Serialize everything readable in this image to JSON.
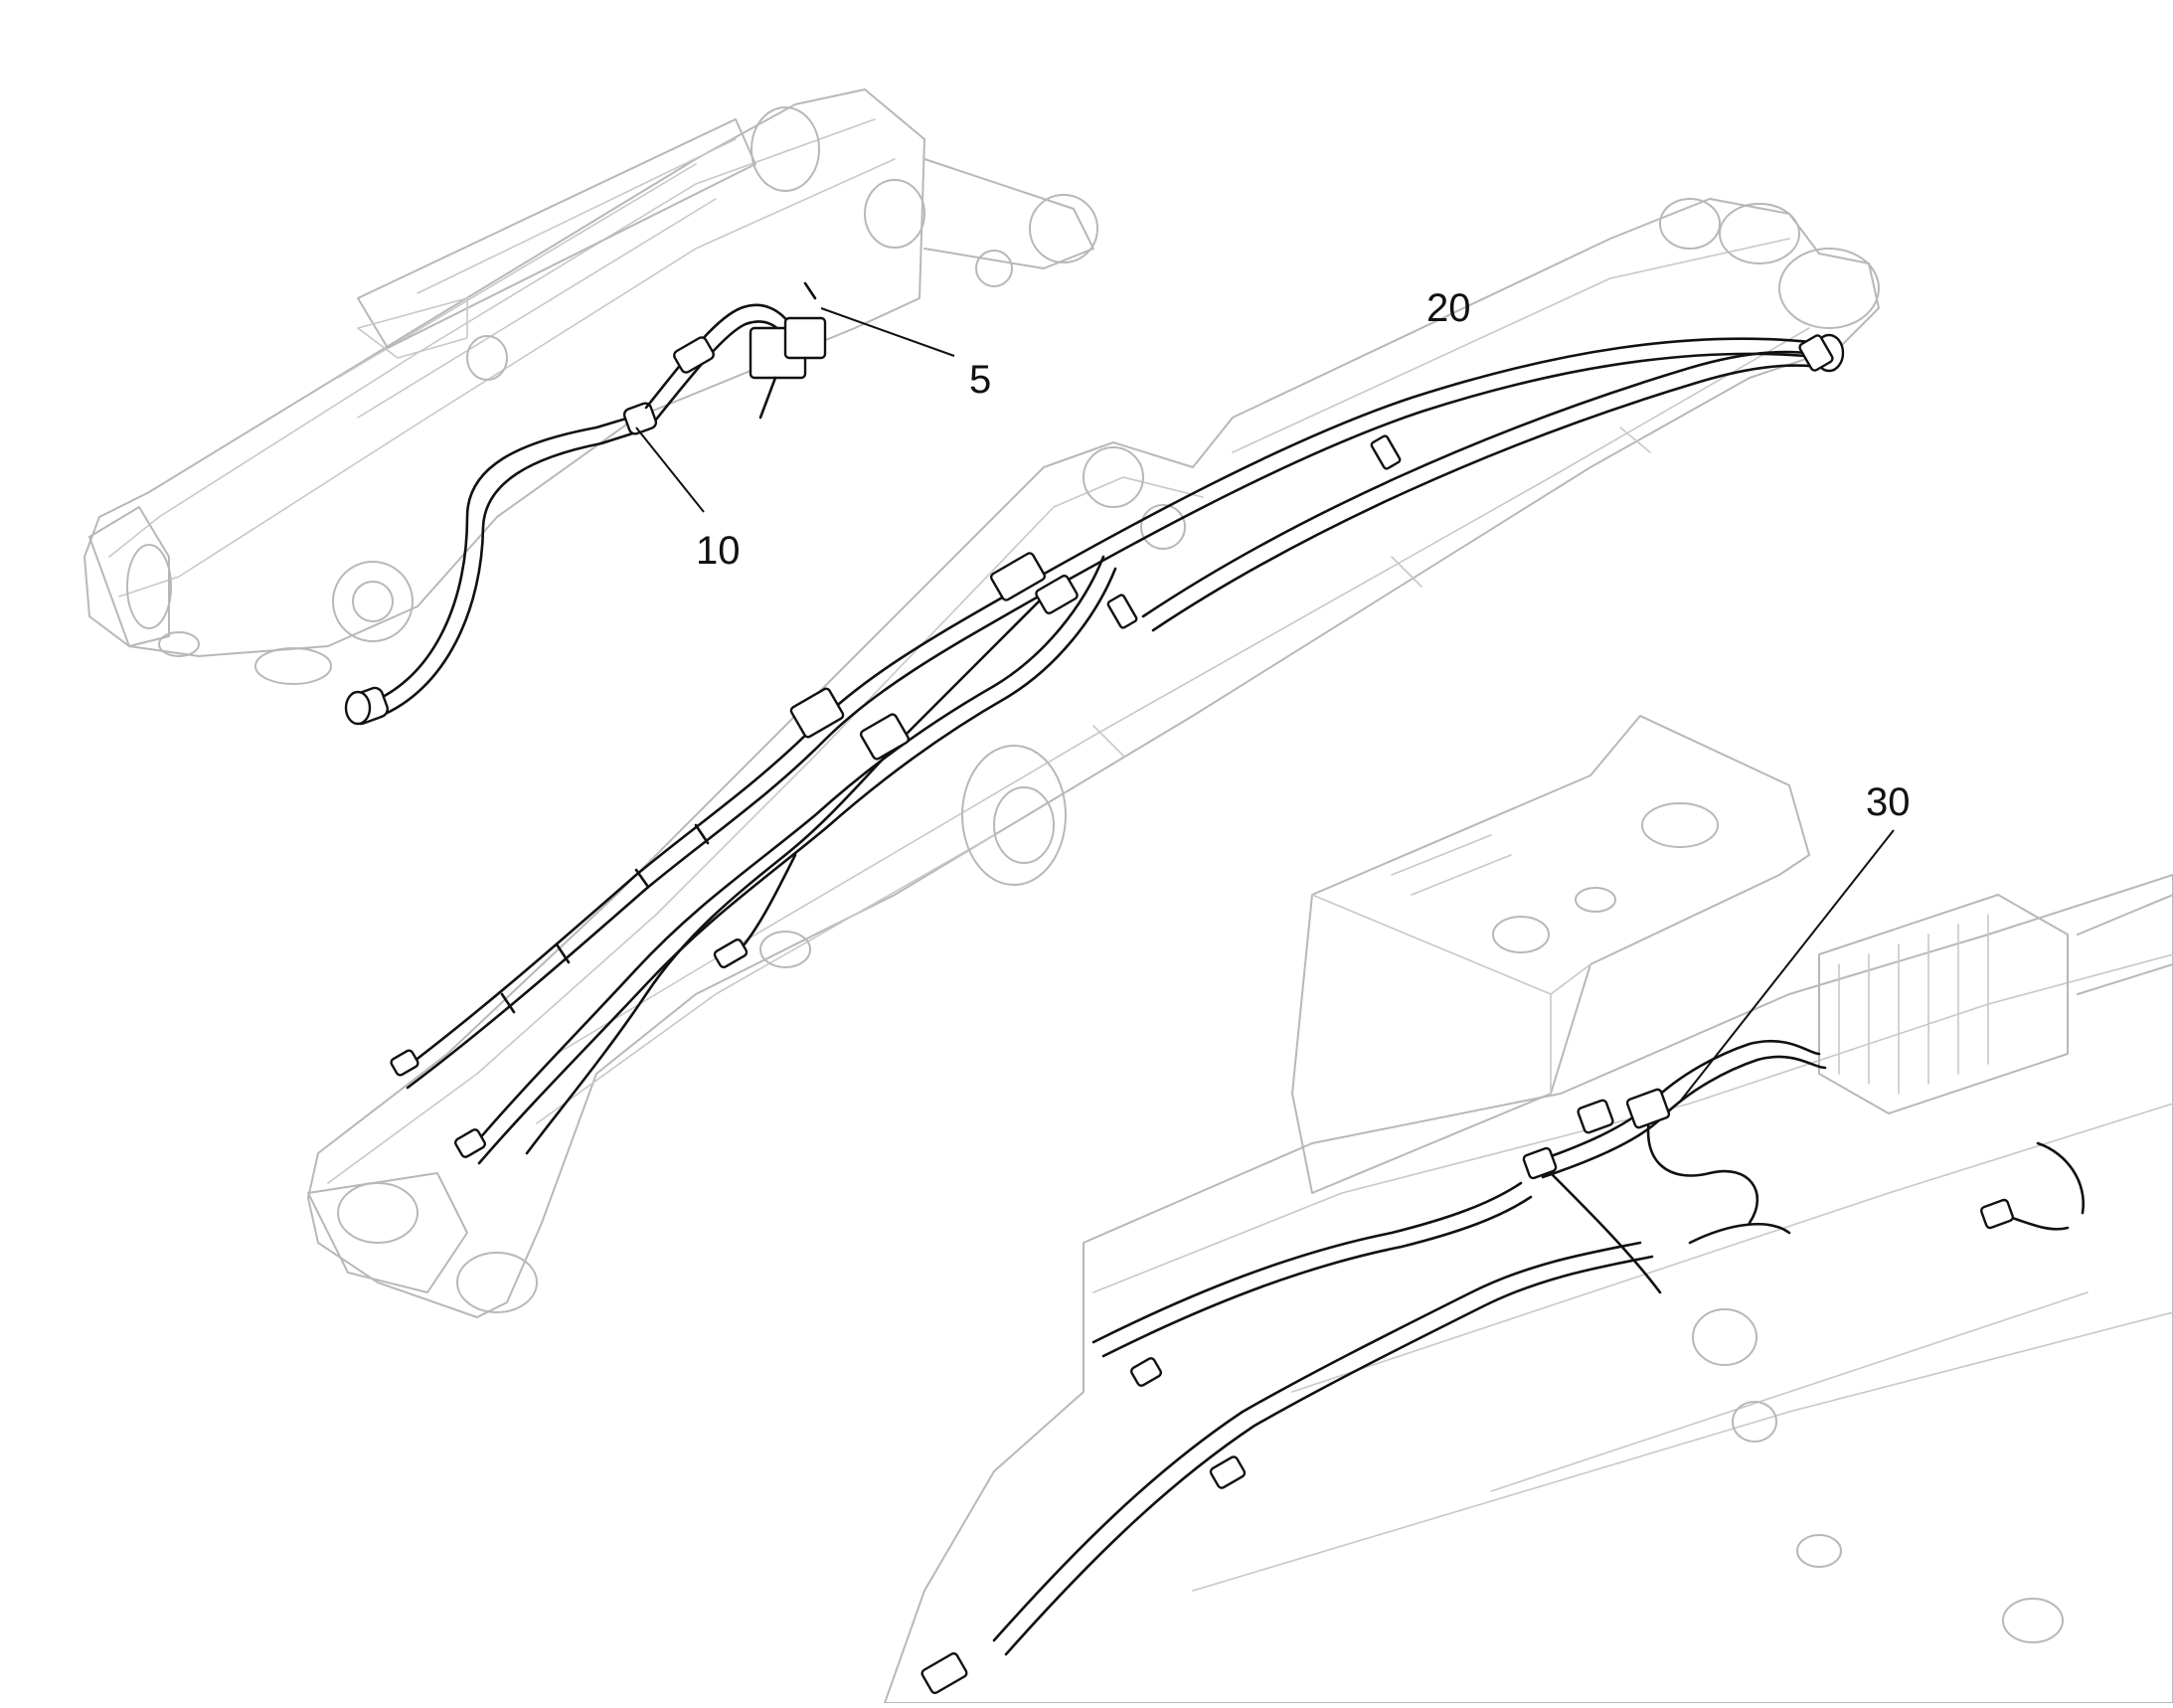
{
  "callouts": {
    "c5": "5",
    "c10": "10",
    "c20": "20",
    "c30": "30"
  },
  "colors": {
    "ghost_part": "#b8b8b8",
    "highlighted_hose": "#111111",
    "background": "#ffffff"
  }
}
